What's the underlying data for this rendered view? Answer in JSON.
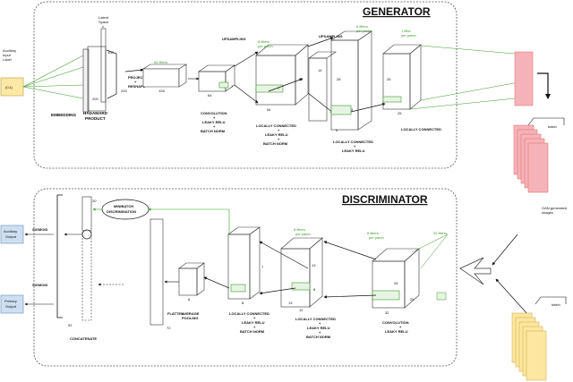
{
  "generator": {
    "title": "GENERATOR",
    "auxiliary_input_label": [
      "Auxiliary",
      "Input",
      "Label"
    ],
    "aux_value": "(0,1)",
    "latent_space": [
      "Latent",
      "Space"
    ],
    "latent_dims": {
      "top": "z",
      "right": "100",
      "bottom": "200"
    },
    "embedding": "EMBEDDING",
    "hadamard": [
      "HADAMARD",
      "PRODUCT"
    ],
    "dim_200": "200",
    "project_reshape": [
      "PROJECT",
      "+",
      "RESHAPE"
    ],
    "filters_64": "64 filters",
    "dim_128": "128",
    "dim_64": "64",
    "dim_7": "7",
    "conv_block": [
      "CONVOLUTION",
      "+",
      "LEAKY RELU",
      "+",
      "BATCH NORM"
    ],
    "upsampling": "UPSAMPLING",
    "filters_8": [
      "8 filters",
      "per patch"
    ],
    "dim_14": "14",
    "dim_54": "54",
    "lc_block_1": [
      "LOCALLY CONNECTED",
      "+",
      "LEAKY RELU",
      "+",
      "BATCH NORM"
    ],
    "filters_6": [
      "6 filters",
      "per patch"
    ],
    "dim_28": "28",
    "dim_3": "3",
    "dim_5": "5",
    "lc_block_2": [
      "LOCALLY CONNECTED",
      "+",
      "LEAKY RELU"
    ],
    "filters_1": [
      "1 filter",
      "per patch"
    ],
    "dim_26": "26",
    "dim_25": "25",
    "lc_block_3": "LOCALLY CONNECTED"
  },
  "outputs": {
    "batch": "batch",
    "gan_images": [
      "GAN-generated",
      "images"
    ],
    "batch2": "batch"
  },
  "discriminator": {
    "title": "DISCRIMINATOR",
    "auxiliary_output": [
      "Auxiliary",
      "Output"
    ],
    "primary_output": [
      "Primary",
      "Output"
    ],
    "sigmoid_top": "SIGMOID",
    "sigmoid_bottom": "SIGMOID",
    "vec_20": "20",
    "vec_92": "92",
    "vec_72": "72",
    "minibatch": [
      "MINIBATCH",
      "DISCRIMINATION"
    ],
    "concatenate": "CONCATENATE",
    "flatten": "FLATTEN",
    "avg_pool": [
      "AVERAGE",
      "POOLING"
    ],
    "dim_6": "6",
    "dim_7": "7",
    "dim_8": "8",
    "dim_13": "13",
    "dim_12": "12",
    "dim_32": "32",
    "dim_26": "26",
    "dim_25": "25",
    "filters_8a": [
      "8 filters",
      "per patch"
    ],
    "filters_8b": [
      "8 filters",
      "per patch"
    ],
    "filters_32": "32 filters",
    "lc_d1": [
      "LOCALLY CONNECTED",
      "+",
      "LEAKY RELU",
      "+",
      "BATCH NORM"
    ],
    "lc_d2": [
      "LOCALLY CONNECTED",
      "+",
      "LEAKY RELU",
      "+",
      "BATCH NORM"
    ],
    "conv_d": [
      "CONVOLUTION",
      "+",
      "LEAKY RELU"
    ]
  },
  "colors": {
    "label_box": "#fde9a6",
    "output_box": "#cfdff3",
    "pink": "#f5b3b9",
    "yellow": "#fde7a0",
    "green": "#3d9a2c"
  }
}
